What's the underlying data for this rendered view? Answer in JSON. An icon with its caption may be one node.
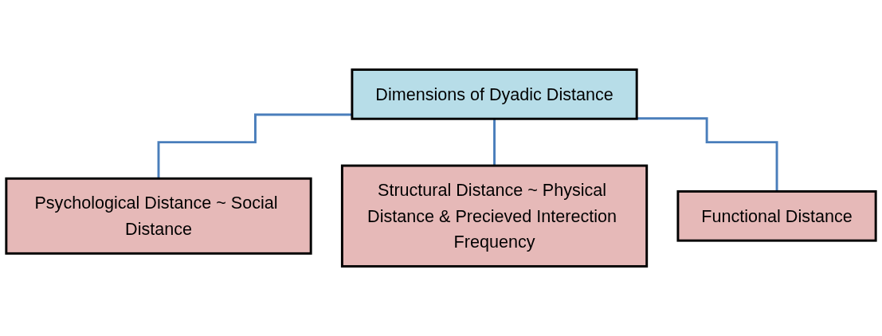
{
  "diagram": {
    "nodes": [
      {
        "text": [
          "Dimensions of Dyadic Distance"
        ]
      },
      {
        "text": [
          "Psychological Distance ~ Social Distance"
        ]
      },
      {
        "text": [
          "Structural Distance ~ Physical Distance & Precieved Interection Frequency"
        ]
      },
      {
        "text": [
          "Functional Distance"
        ]
      }
    ],
    "edges": [
      {
        "from": 0,
        "to": 1,
        "arrow": "none"
      },
      {
        "from": 0,
        "to": 2,
        "arrow": "none"
      },
      {
        "from": 0,
        "to": 3,
        "arrow": "none"
      }
    ]
  }
}
